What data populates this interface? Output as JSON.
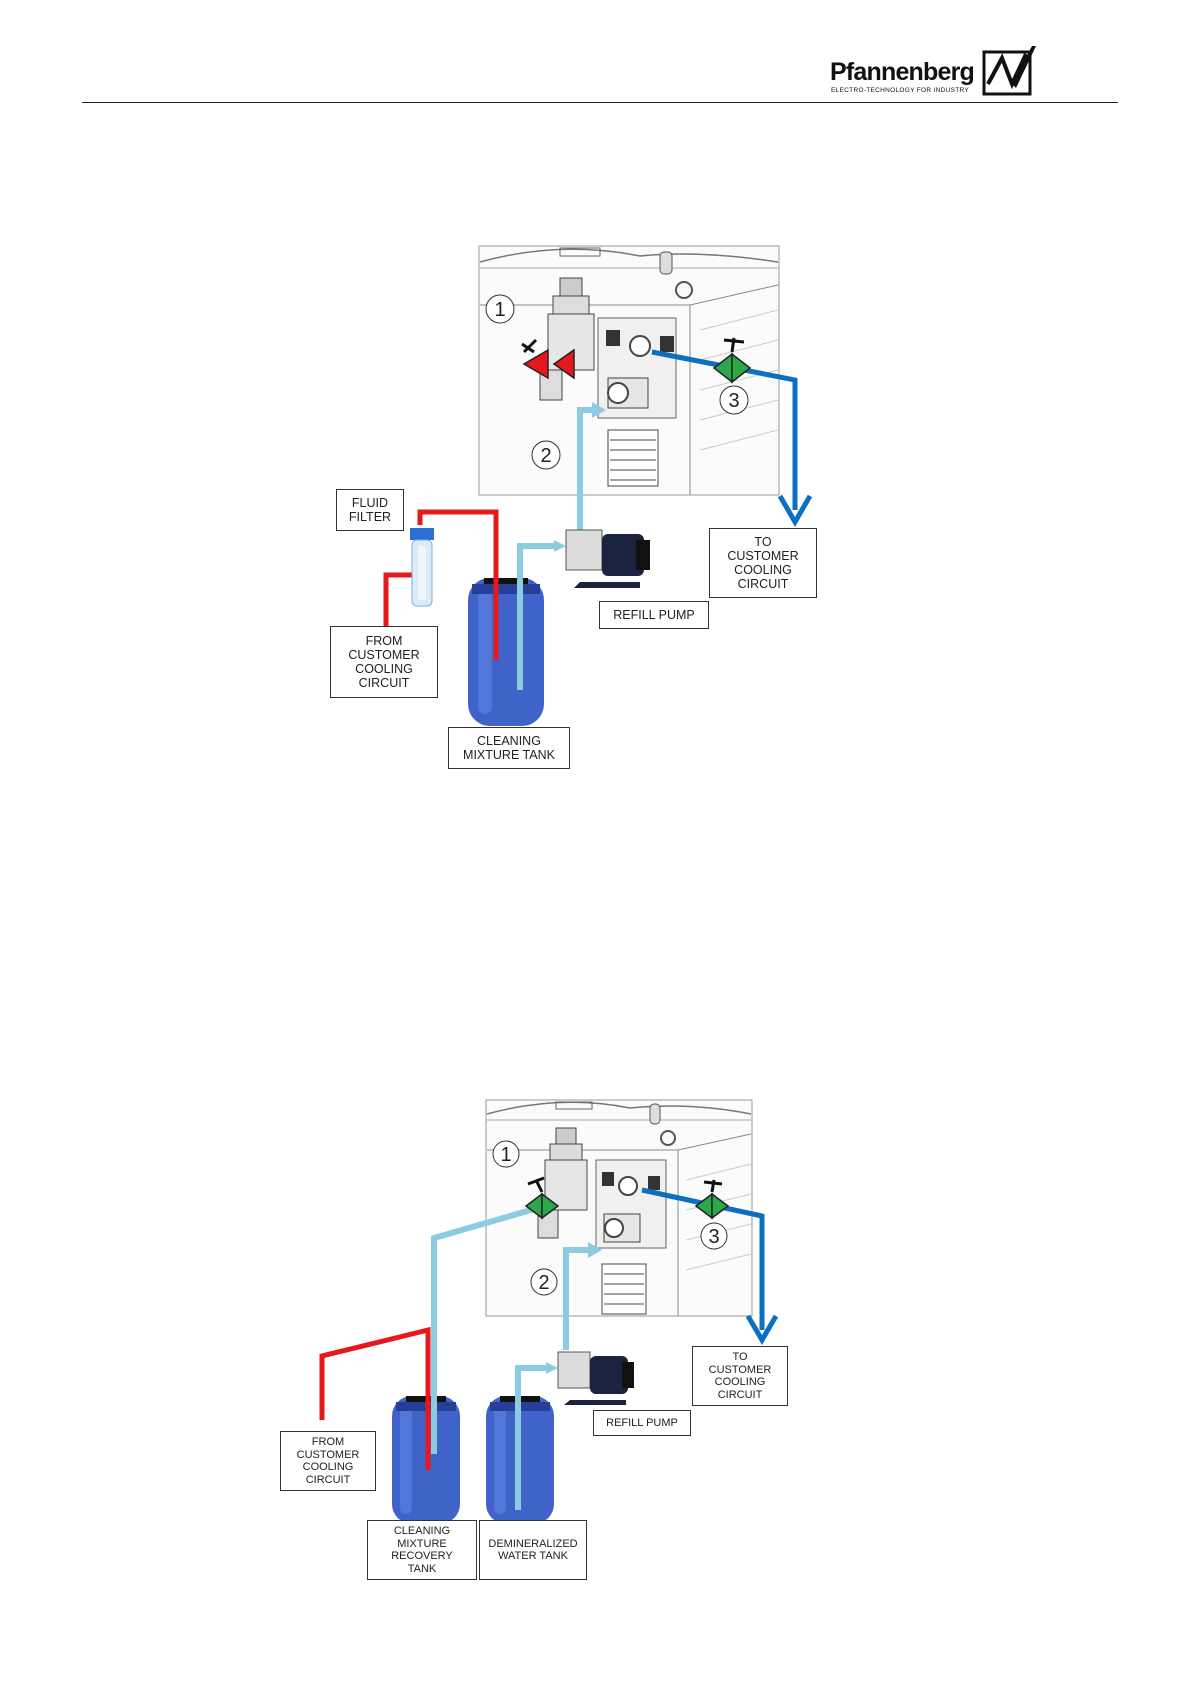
{
  "header": {
    "brand": "Pfannenberg",
    "tagline": "ELECTRO-TECHNOLOGY FOR INDUSTRY"
  },
  "figure1": {
    "callouts": [
      "1",
      "2",
      "3"
    ],
    "labels": {
      "fluid_filter": "FLUID\nFILTER",
      "from_customer": "FROM\nCUSTOMER\nCOOLING\nCIRCUIT",
      "cleaning_tank": "CLEANING\nMIXTURE TANK",
      "refill_pump": "REFILL PUMP",
      "to_customer": "TO\nCUSTOMER\nCOOLING\nCIRCUIT"
    },
    "valve1_state": "closed",
    "valve3_state": "open"
  },
  "figure2": {
    "callouts": [
      "1",
      "2",
      "3"
    ],
    "labels": {
      "from_customer": "FROM\nCUSTOMER\nCOOLING\nCIRCUIT",
      "recovery_tank": "CLEANING\nMIXTURE\nRECOVERY\nTANK",
      "demin_tank": "DEMINERALIZED\nWATER TANK",
      "refill_pump": "REFILL PUMP",
      "to_customer": "TO\nCUSTOMER\nCOOLING\nCIRCUIT"
    },
    "valve1_state": "open",
    "valve3_state": "open"
  },
  "colors": {
    "return_line": "#e8171b",
    "supply_line": "#0b6fc2",
    "refill_line": "#8ccbe0",
    "valve_closed": "#e8171b",
    "valve_open": "#2aa84a",
    "tank": "#3f63c9"
  }
}
